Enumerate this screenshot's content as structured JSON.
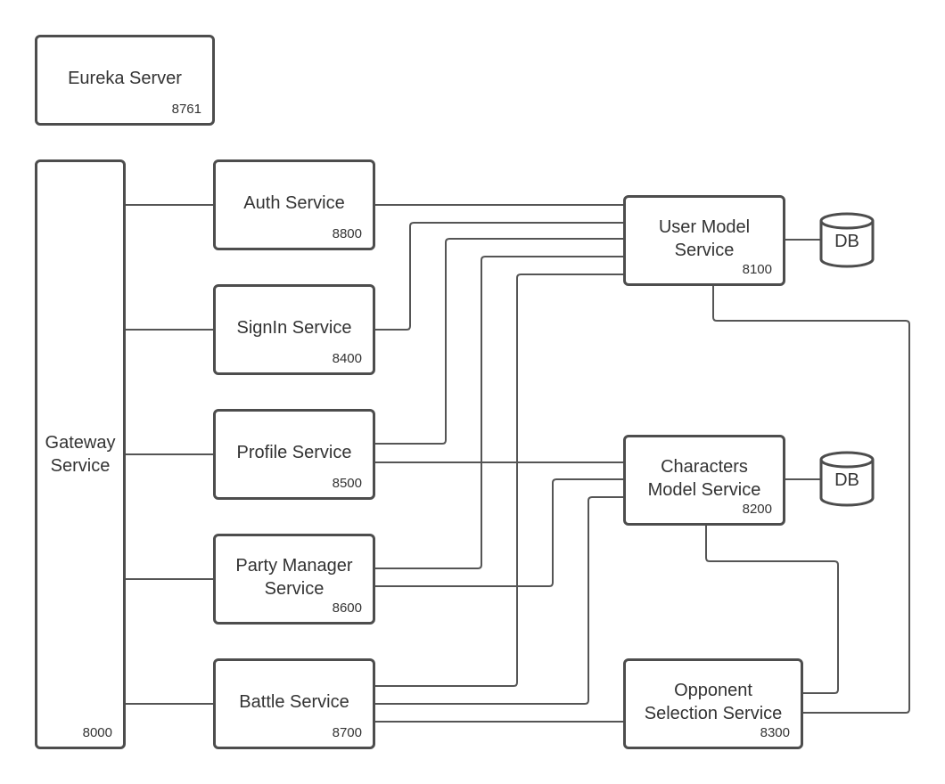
{
  "services": {
    "eureka": {
      "name": "Eureka Server",
      "port": "8761"
    },
    "gateway": {
      "name_line1": "Gateway",
      "name_line2": "Service",
      "port": "8000"
    },
    "auth": {
      "name": "Auth Service",
      "port": "8800"
    },
    "signin": {
      "name": "SignIn Service",
      "port": "8400"
    },
    "profile": {
      "name": "Profile Service",
      "port": "8500"
    },
    "party": {
      "name_line1": "Party Manager",
      "name_line2": "Service",
      "port": "8600"
    },
    "battle": {
      "name": "Battle Service",
      "port": "8700"
    },
    "user_model": {
      "name_line1": "User Model",
      "name_line2": "Service",
      "port": "8100"
    },
    "characters_model": {
      "name_line1": "Characters",
      "name_line2": "Model Service",
      "port": "8200"
    },
    "opponent": {
      "name_line1": "Opponent",
      "name_line2": "Selection Service",
      "port": "8300"
    }
  },
  "databases": {
    "user_db": {
      "label": "DB"
    },
    "characters_db": {
      "label": "DB"
    }
  },
  "colors": {
    "line": "#555555",
    "border": "#4d4d4d",
    "text": "#333333"
  }
}
